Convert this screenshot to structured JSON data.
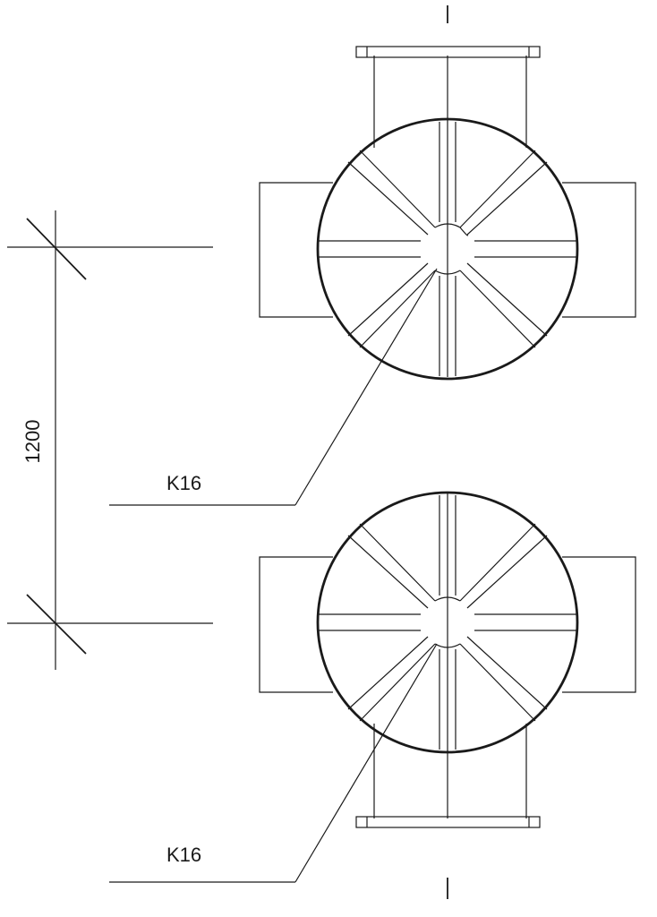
{
  "dimension": {
    "value": "1200"
  },
  "callouts": [
    {
      "label": "K16"
    },
    {
      "label": "K16"
    }
  ],
  "colors": {
    "ink": "#1a1a1a",
    "background": "#ffffff"
  }
}
